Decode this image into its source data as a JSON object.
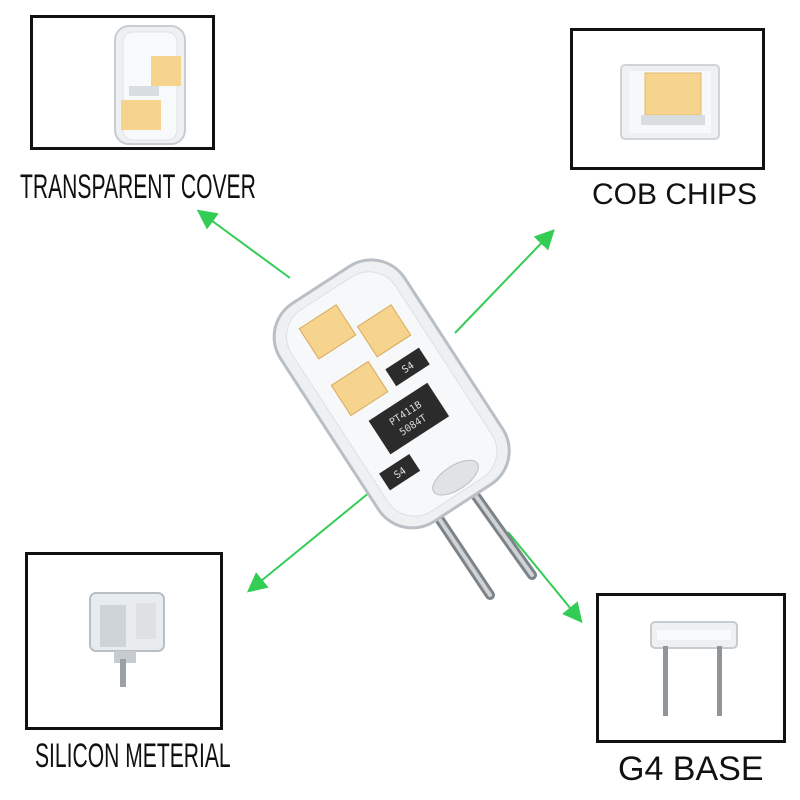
{
  "callouts": {
    "transparent_cover": {
      "label": "TRANSPARENT COVER"
    },
    "cob_chips": {
      "label": "COB CHIPS"
    },
    "silicon_material": {
      "label": "SILICON METERIAL"
    },
    "g4_base": {
      "label": "G4 BASE"
    }
  },
  "bulb": {
    "markings": {
      "resistor_top": "S4",
      "ic_line1": "PT411B",
      "ic_line2": "5084T",
      "resistor_bottom": "S4"
    }
  },
  "colors": {
    "arrow": "#33cc55",
    "led_chip": "#f6d48e",
    "frame": "#111111"
  }
}
